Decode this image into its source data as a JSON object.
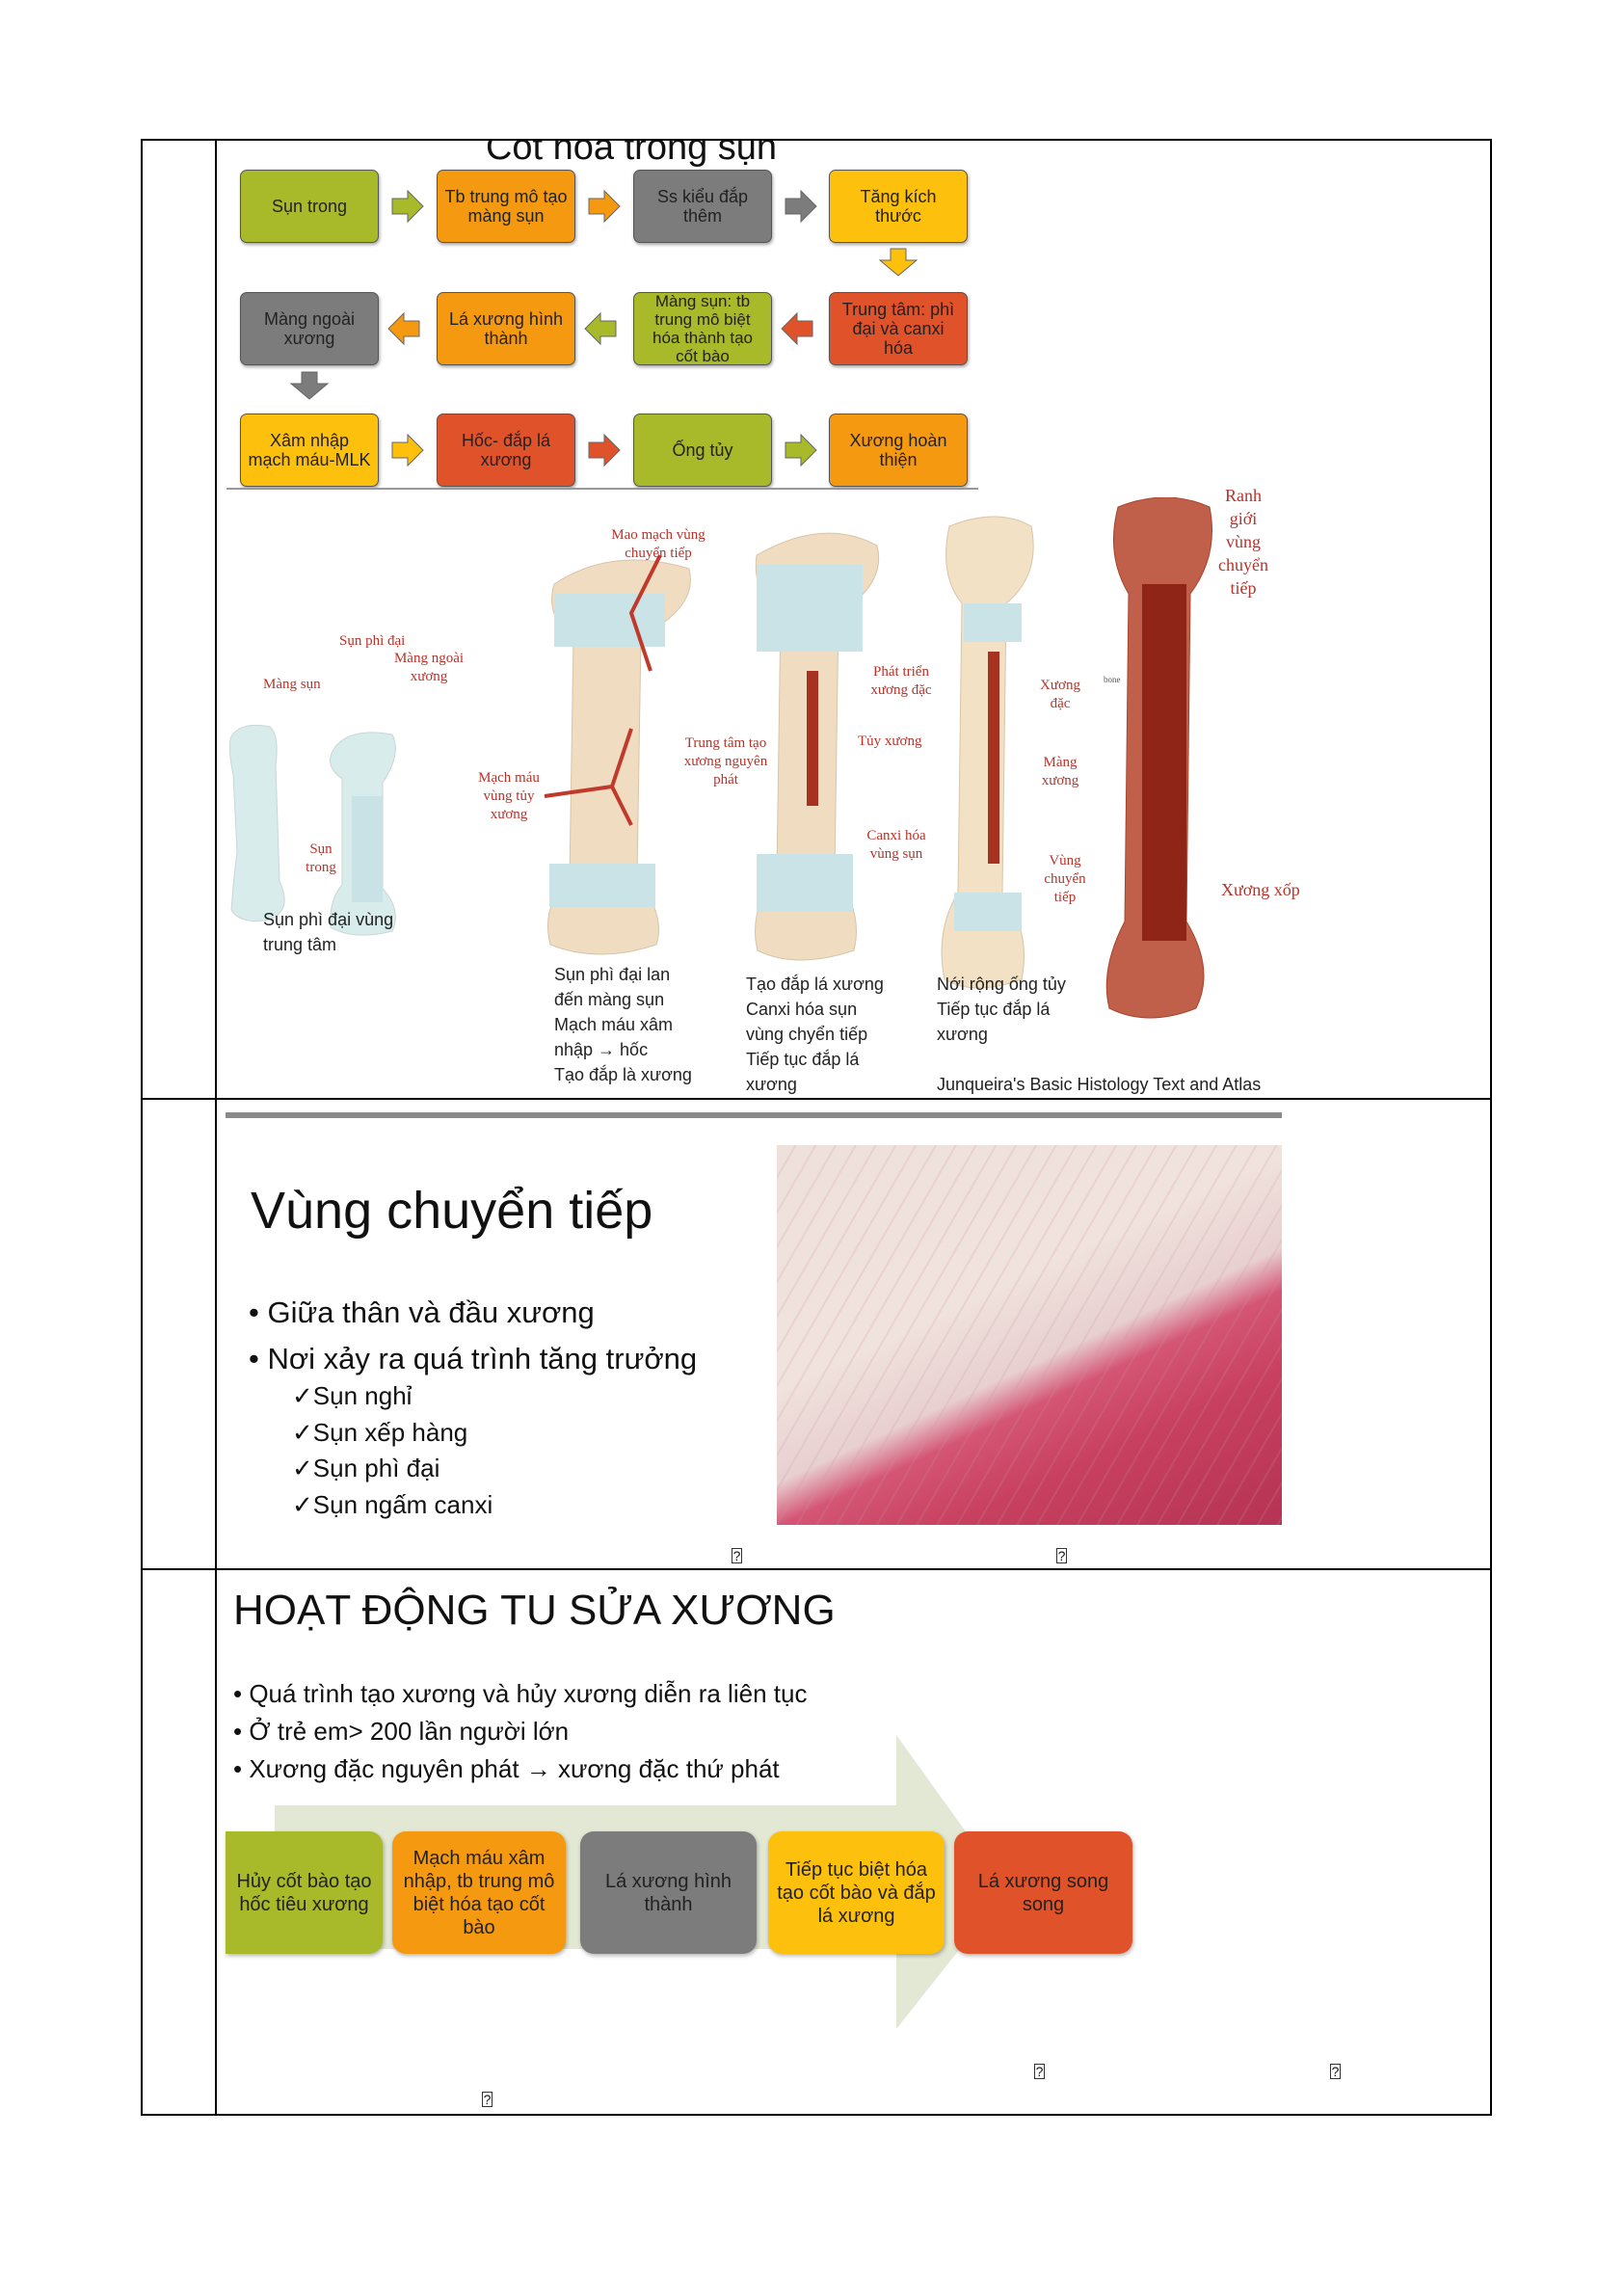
{
  "section1": {
    "title": "Cốt hóa trong sụn",
    "flow": [
      "Sụn trong",
      "Tb trung mô tạo màng sụn",
      "Ss kiểu đắp thêm",
      "Tăng kích thước",
      "Trung tâm: phì đại và canxi hóa",
      "Màng sụn: tb trung mô biệt hóa thành tạo cốt bào",
      "Lá xương hình thành",
      "Màng ngoài xương",
      "Xâm nhập mạch máu-MLK",
      "Hốc- đắp lá xương",
      "Ống tủy",
      "Xương hoàn thiện"
    ],
    "labels": {
      "mang_sun": "Màng sụn",
      "sun_phi_dai": "Sụn phì đại",
      "mang_ngoai_xuong": "Màng ngoài xương",
      "sun_trong": "Sụn trong",
      "mao_mach": "Mao mạch vùng chuyển tiếp",
      "mach_mau": "Mạch máu vùng tủy xương",
      "trung_tam": "Trung tâm tạo xương nguyên phát",
      "phat_trien": "Phát triển xương đặc",
      "tuy_xuong": "Tủy xương",
      "canxi_hoa": "Canxi hóa vùng sụn",
      "xuong_dac": "Xương đặc",
      "mang_xuong": "Màng xương",
      "vung_chuyen_tiep": "Vùng chuyển tiếp",
      "ranh_gioi": "Ranh giới vùng chuyển tiếp",
      "bone": "bone",
      "xuong_xop": "Xương xốp"
    },
    "captions": {
      "c1": [
        "Sụn phì đại vùng",
        "trung tâm"
      ],
      "c2": [
        "Sụn phì đại lan",
        "đến màng sụn",
        "Mạch máu xâm",
        "nhập → hốc",
        "Tạo đắp là xương"
      ],
      "c3": [
        "Tạo đắp lá xương",
        "Canxi hóa sụn",
        "vùng chyển tiếp",
        "Tiếp tục đắp lá",
        "xương"
      ],
      "c4": [
        "Nới rộng ống tủy",
        "Tiếp tục đắp lá",
        "xương"
      ],
      "source": "Junqueira's Basic Histology Text and Atlas"
    }
  },
  "section2": {
    "title": "Vùng chuyển tiếp",
    "bullets": [
      "Giữa thân và đầu xương",
      "Nơi xảy ra quá trình tăng trưởng"
    ],
    "checks": [
      "Sụn nghỉ",
      "Sụn xếp hàng",
      "Sụn phì đại",
      "Sụn ngấm canxi"
    ]
  },
  "section3": {
    "title": "HOẠT ĐỘNG TU SỬA XƯƠNG",
    "bullets": [
      "Quá trình tạo xương và hủy xương diễn ra liên tục",
      "Ở trẻ em> 200 lần người lớn",
      "Xương đặc nguyên phát → xương đặc thứ phát"
    ],
    "steps": [
      "Hủy cốt bào tạo hốc tiêu xương",
      "Mạch máu xâm nhập, tb trung mô biệt hóa tạo cốt bào",
      "Lá xương hình thành",
      "Tiếp tục biệt hóa tạo cốt bào và đắp lá xương",
      "Lá xương song song"
    ]
  },
  "missing_glyph": "?",
  "colors": {
    "green": "#a8b92a",
    "orange": "#f59a10",
    "gray": "#7c7c7c",
    "yellow": "#fdc00d",
    "red": "#e0522a"
  }
}
